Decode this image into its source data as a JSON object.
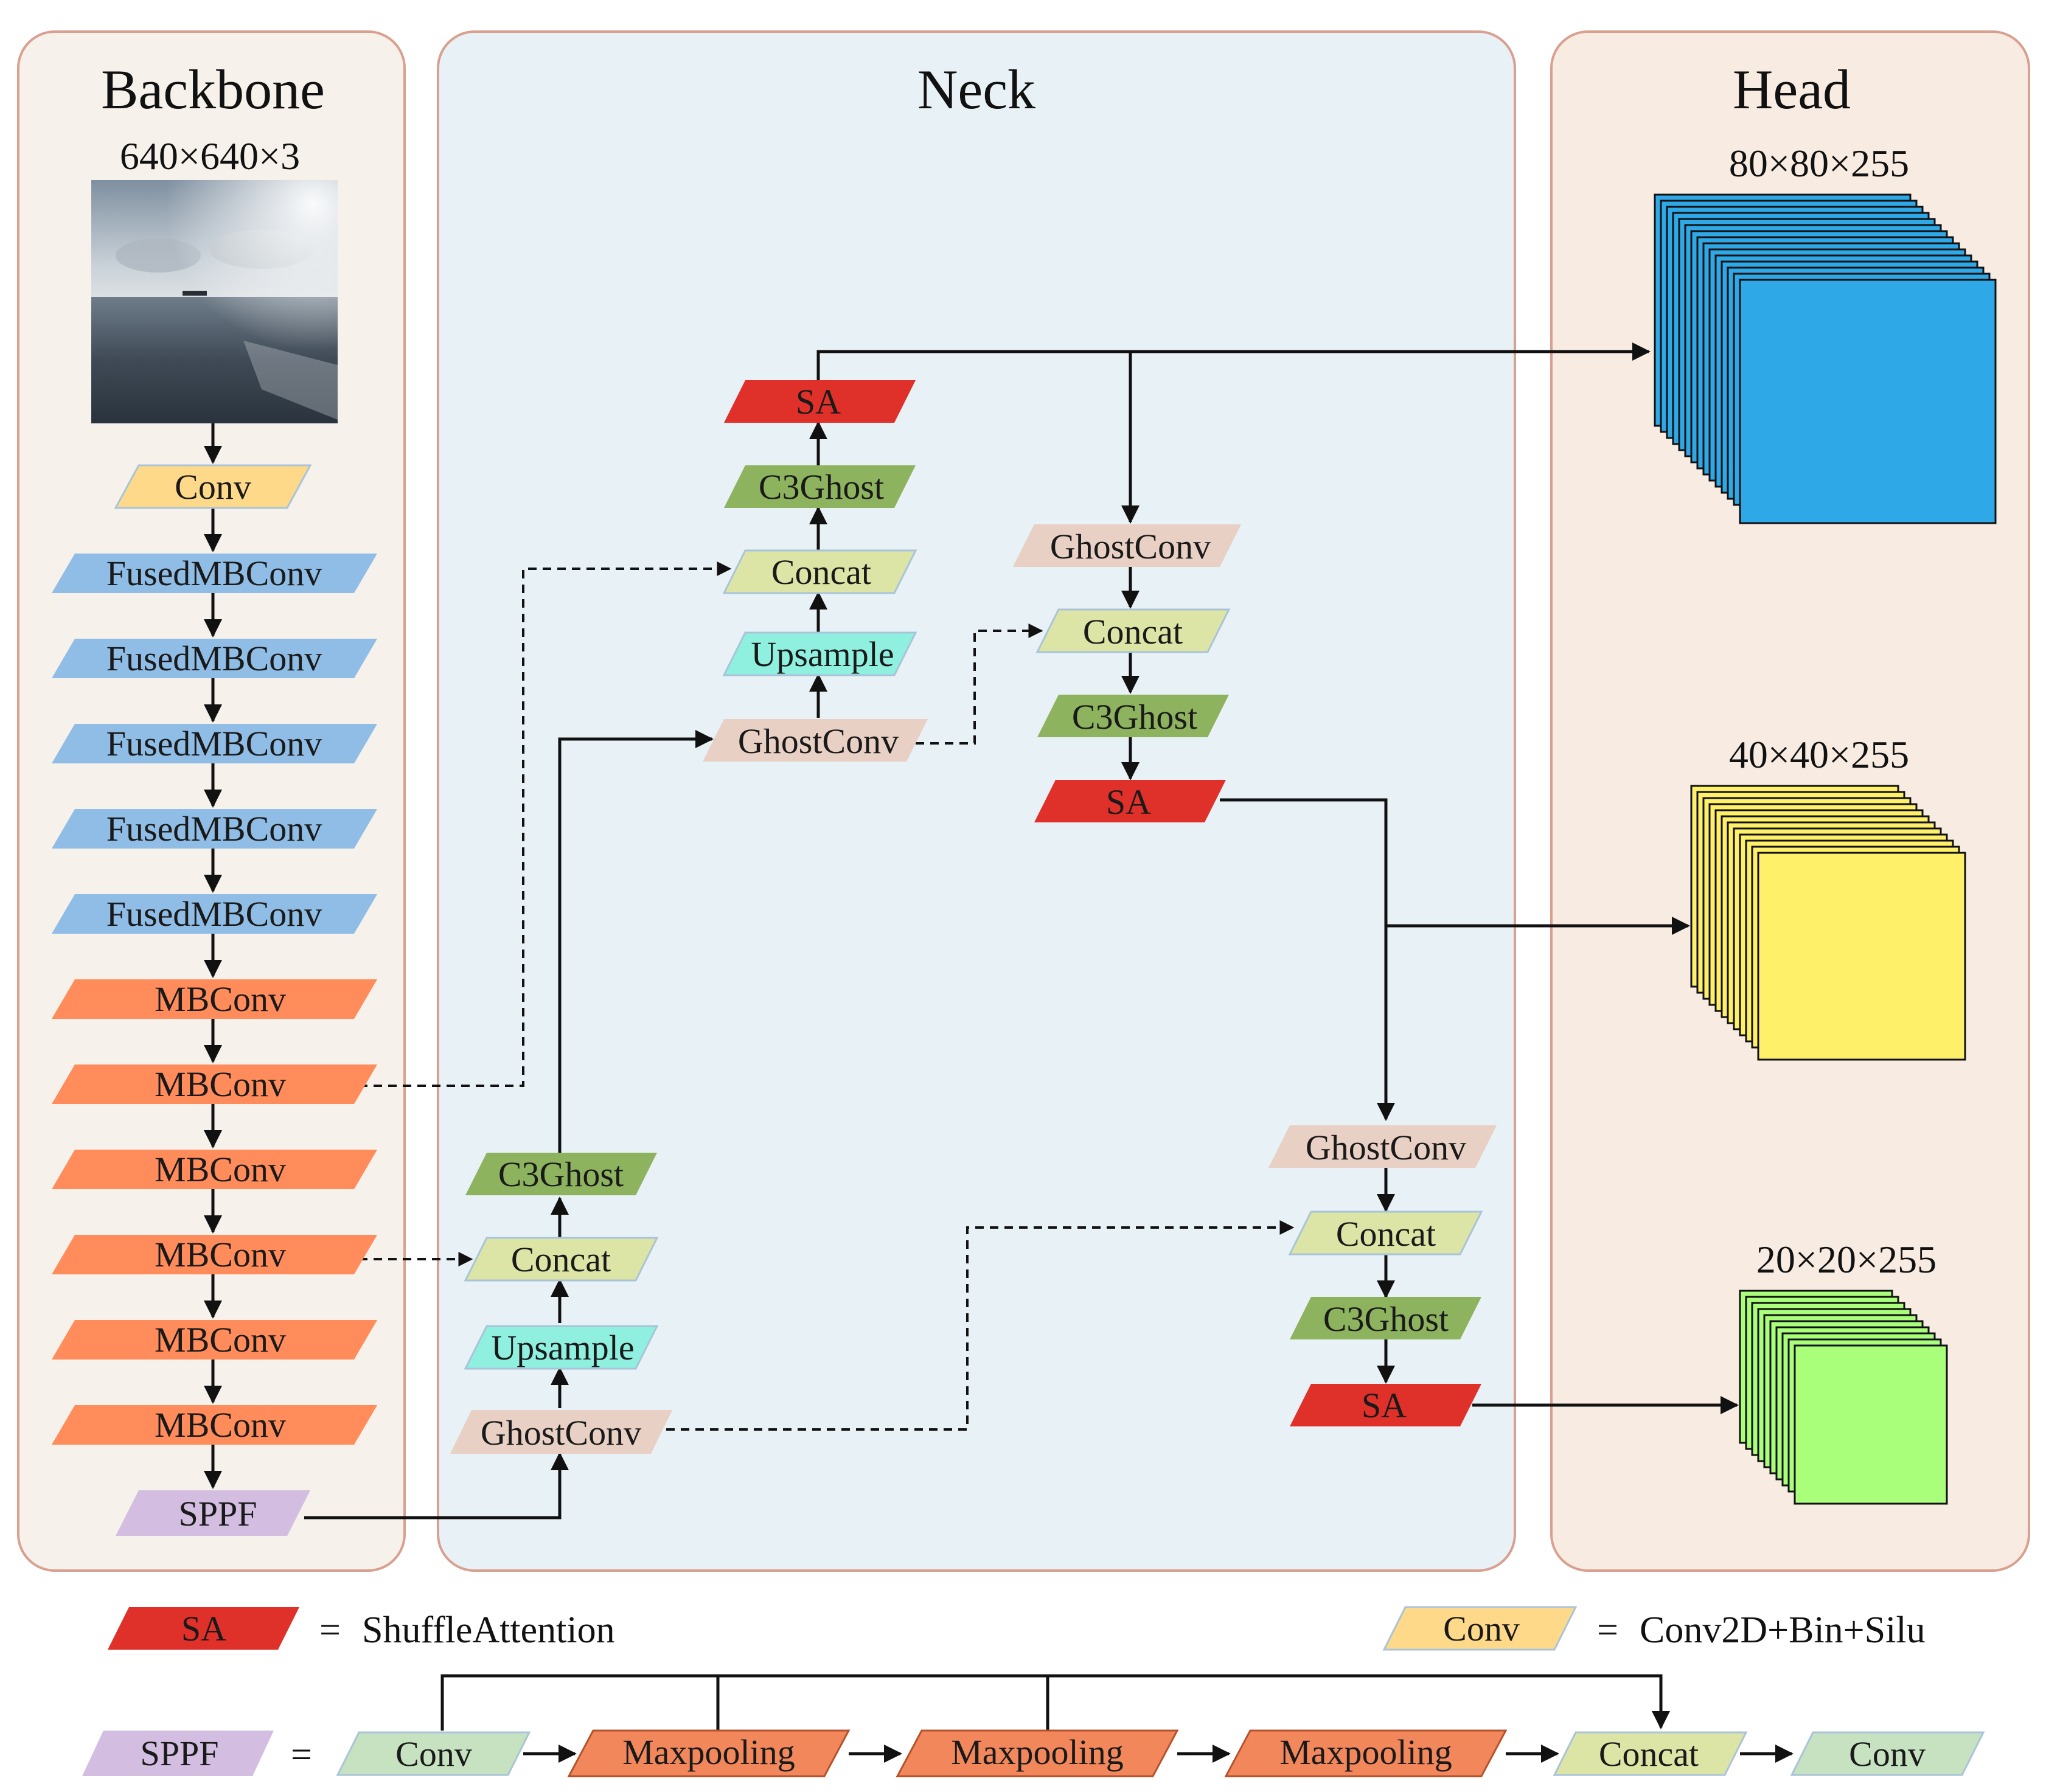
{
  "sections": {
    "backbone": "Backbone",
    "neck": "Neck",
    "head": "Head"
  },
  "input_size": "640×640×3",
  "outputs": [
    "80×80×255",
    "40×40×255",
    "20×20×255"
  ],
  "backbone_blocks": [
    "Conv",
    "FusedMBConv",
    "FusedMBConv",
    "FusedMBConv",
    "FusedMBConv",
    "FusedMBConv",
    "MBConv",
    "MBConv",
    "MBConv",
    "MBConv",
    "MBConv",
    "MBConv",
    "SPPF"
  ],
  "neck_left_blocks": [
    "C3Ghost",
    "Concat",
    "Upsample",
    "GhostConv"
  ],
  "neck_mid_blocks": [
    "SA",
    "C3Ghost",
    "Concat",
    "Upsample",
    "GhostConv"
  ],
  "neck_right_top_blocks": [
    "GhostConv",
    "Concat",
    "C3Ghost",
    "SA"
  ],
  "neck_right_bottom_blocks": [
    "GhostConv",
    "Concat",
    "C3Ghost",
    "SA"
  ],
  "legend": {
    "sa_block": "SA",
    "sa_eq": "=",
    "sa_text": "ShuffleAttention",
    "conv_block": "Conv",
    "conv_eq": "=",
    "conv_text": "Conv2D+Bin+Silu",
    "sppf_block": "SPPF",
    "sppf_eq": "=",
    "sppf_chain": [
      "Conv",
      "Maxpooling",
      "Maxpooling",
      "Maxpooling",
      "Concat",
      "Conv"
    ]
  },
  "colors": {
    "conv": "#ffd98a",
    "fused": "#8fbde6",
    "mbconv": "#ff8c5a",
    "sppf": "#d3bde0",
    "ghostconv": "#e8d0c4",
    "concat": "#dde5a6",
    "c3ghost": "#8db35e",
    "upsample": "#8ff0e0",
    "sa": "#e0302a",
    "legend_conv": "#c6e2c1",
    "maxpooling": "#f2875c",
    "out_blue": "#2ea8e6",
    "out_yellow": "#fff06a",
    "out_green": "#aaff7a"
  }
}
